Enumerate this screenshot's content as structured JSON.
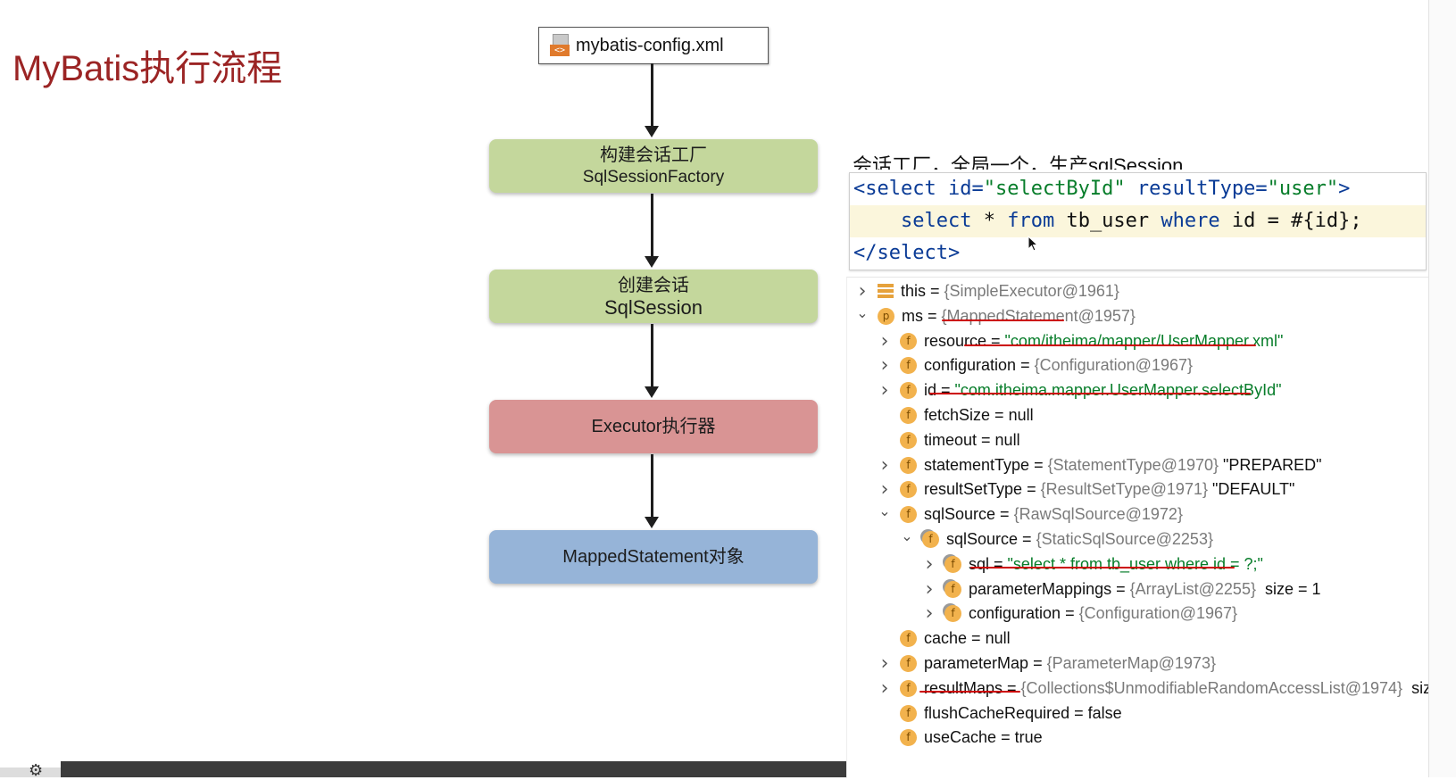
{
  "slide": {
    "title": "MyBatis执行流程"
  },
  "flow": {
    "config_file": "mybatis-config.xml",
    "config_icon": "xml-file-icon",
    "boxes": [
      {
        "line1": "构建会话工厂",
        "line2": "SqlSessionFactory",
        "color": "#c4d79c"
      },
      {
        "line1": "创建会话",
        "line2": "SqlSession",
        "color": "#c4d79c"
      },
      {
        "line1": "Executor执行器",
        "color": "#d99494"
      },
      {
        "line1": "MappedStatement对象",
        "color": "#96b4d8"
      }
    ]
  },
  "note": "会话工厂，全局一个，生产sqlSession",
  "code": {
    "line1": {
      "tag_open": "<select",
      "id_attr": "id=",
      "id_val": "\"selectById\"",
      "rt_attr": "resultType=",
      "rt_val": "\"user\"",
      "close": ">"
    },
    "line2": {
      "kw_select": "select",
      "star": " * ",
      "kw_from": "from",
      "table": " tb_user ",
      "kw_where": "where",
      "cond": " id = #{id};"
    },
    "line3": "</select>"
  },
  "debug": {
    "rows": [
      {
        "chevron": ">",
        "icon": "stack",
        "name": "this",
        "eq": " = ",
        "ref": "{SimpleExecutor@1961}"
      },
      {
        "chevron": "v",
        "icon": "p",
        "name": "ms",
        "eq": " = ",
        "ref": "{MappedStatement@1957}"
      },
      {
        "chevron": ">",
        "icon": "f",
        "name": "resource",
        "eq": " = ",
        "str": "\"com/itheima/mapper/UserMapper.xml\""
      },
      {
        "chevron": ">",
        "icon": "f",
        "name": "configuration",
        "eq": " = ",
        "ref": "{Configuration@1967}"
      },
      {
        "chevron": ">",
        "icon": "f",
        "name": "id",
        "eq": " = ",
        "str": "\"com.itheima.mapper.UserMapper.selectById\""
      },
      {
        "chevron": "",
        "icon": "f",
        "name": "fetchSize",
        "eq": " = ",
        "val": "null"
      },
      {
        "chevron": "",
        "icon": "f",
        "name": "timeout",
        "eq": " = ",
        "val": "null"
      },
      {
        "chevron": ">",
        "icon": "f",
        "name": "statementType",
        "eq": " = ",
        "ref": "{StatementType@1970}",
        "val": " \"PREPARED\""
      },
      {
        "chevron": ">",
        "icon": "f",
        "name": "resultSetType",
        "eq": " = ",
        "ref": "{ResultSetType@1971}",
        "val": " \"DEFAULT\""
      },
      {
        "chevron": "v",
        "icon": "f",
        "name": "sqlSource",
        "eq": " = ",
        "ref": "{RawSqlSource@1972}"
      },
      {
        "chevron": "v",
        "icon": "f-lock",
        "name": "sqlSource",
        "eq": " = ",
        "ref": "{StaticSqlSource@2253}"
      },
      {
        "chevron": ">",
        "icon": "f-lock",
        "name": "sql",
        "eq": " = ",
        "str": "\"select * from tb_user where id = ?;\""
      },
      {
        "chevron": ">",
        "icon": "f-lock",
        "name": "parameterMappings",
        "eq": " = ",
        "ref": "{ArrayList@2255}",
        "val": "  size = 1"
      },
      {
        "chevron": ">",
        "icon": "f-lock",
        "name": "configuration",
        "eq": " = ",
        "ref": "{Configuration@1967}"
      },
      {
        "chevron": "",
        "icon": "f",
        "name": "cache",
        "eq": " = ",
        "val": "null"
      },
      {
        "chevron": ">",
        "icon": "f",
        "name": "parameterMap",
        "eq": " = ",
        "ref": "{ParameterMap@1973}"
      },
      {
        "chevron": ">",
        "icon": "f",
        "name": "resultMaps",
        "eq": " = ",
        "ref": "{Collections$UnmodifiableRandomAccessList@1974}",
        "val": "  size"
      },
      {
        "chevron": "",
        "icon": "f",
        "name": "flushCacheRequired",
        "eq": " = ",
        "val": "false"
      },
      {
        "chevron": "",
        "icon": "f",
        "name": "useCache",
        "eq": " = ",
        "val": "true"
      }
    ]
  },
  "icons": {
    "gear": "gear-icon"
  }
}
